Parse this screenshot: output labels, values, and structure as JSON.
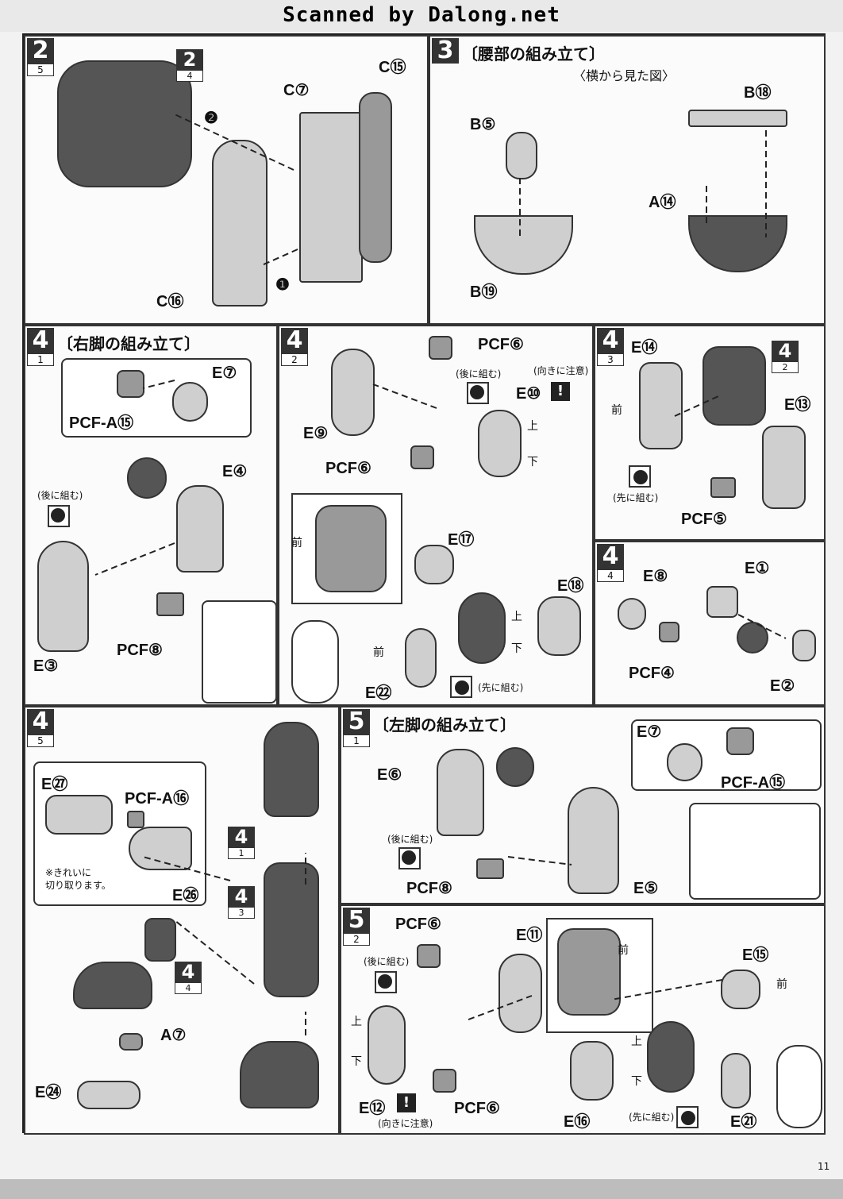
{
  "watermark": "Scanned by Dalong.net",
  "page_number": "11",
  "panels": {
    "p2_5": {
      "step": "2",
      "sub": "5",
      "ref": {
        "step": "2",
        "sub": "4"
      },
      "labels": {
        "c15": "C⑮",
        "c7": "C⑦",
        "c16": "C⑯",
        "arrow1": "❶",
        "arrow2": "❷"
      }
    },
    "p3": {
      "step": "3",
      "title": "〔腰部の組み立て〕",
      "side_view": "〈横から見た図〉",
      "labels": {
        "b5": "B⑤",
        "b19": "B⑲",
        "b18": "B⑱",
        "a14": "A⑭"
      }
    },
    "p4_1": {
      "step": "4",
      "sub": "1",
      "title": "〔右脚の組み立て〕",
      "labels": {
        "e7": "E⑦",
        "pcfa15": "PCF-A⑮",
        "e4": "E④",
        "e3": "E③",
        "pcf8": "PCF⑧"
      },
      "later": "(後に組む)"
    },
    "p4_2": {
      "step": "4",
      "sub": "2",
      "labels": {
        "pcf6a": "PCF⑥",
        "pcf6b": "PCF⑥",
        "e9": "E⑨",
        "e10": "E⑩",
        "e17": "E⑰",
        "e18": "E⑱",
        "e22": "E㉒"
      },
      "later": "(後に組む)",
      "orient": "(向きに注意)",
      "up": "上",
      "down": "下",
      "up2": "上",
      "down2": "下",
      "front": "前",
      "front2": "前",
      "first": "(先に組む)",
      "warn": "!"
    },
    "p4_3": {
      "step": "4",
      "sub": "3",
      "ref": {
        "step": "4",
        "sub": "2"
      },
      "labels": {
        "e14": "E⑭",
        "e13": "E⑬",
        "pcf5": "PCF⑤"
      },
      "front": "前",
      "first": "(先に組む)"
    },
    "p4_4": {
      "step": "4",
      "sub": "4",
      "labels": {
        "e8": "E⑧",
        "e1": "E①",
        "pcf4": "PCF④",
        "e2": "E②"
      }
    },
    "p4_5": {
      "step": "4",
      "sub": "5",
      "labels": {
        "e27": "E㉗",
        "pcfa16": "PCF-A⑯",
        "e26": "E㉖",
        "a7": "A⑦",
        "e24": "E㉔"
      },
      "note": "※きれいに\n切り取ります。",
      "refs": [
        {
          "step": "4",
          "sub": "1"
        },
        {
          "step": "4",
          "sub": "3"
        },
        {
          "step": "4",
          "sub": "4"
        }
      ]
    },
    "p5_1": {
      "step": "5",
      "sub": "1",
      "title": "〔左脚の組み立て〕",
      "labels": {
        "e6": "E⑥",
        "e7": "E⑦",
        "pcfa15": "PCF-A⑮",
        "pcf8": "PCF⑧",
        "e5": "E⑤"
      },
      "later": "(後に組む)"
    },
    "p5_2": {
      "step": "5",
      "sub": "2",
      "labels": {
        "pcf6a": "PCF⑥",
        "e11": "E⑪",
        "e12": "E⑫",
        "pcf6b": "PCF⑥",
        "e15": "E⑮",
        "e16": "E⑯",
        "e21": "E㉑"
      },
      "later": "(後に組む)",
      "orient": "(向きに注意)",
      "up": "上",
      "down": "下",
      "up2": "上",
      "down2": "下",
      "front": "前",
      "front2": "前",
      "first": "(先に組む)",
      "warn": "!"
    }
  }
}
